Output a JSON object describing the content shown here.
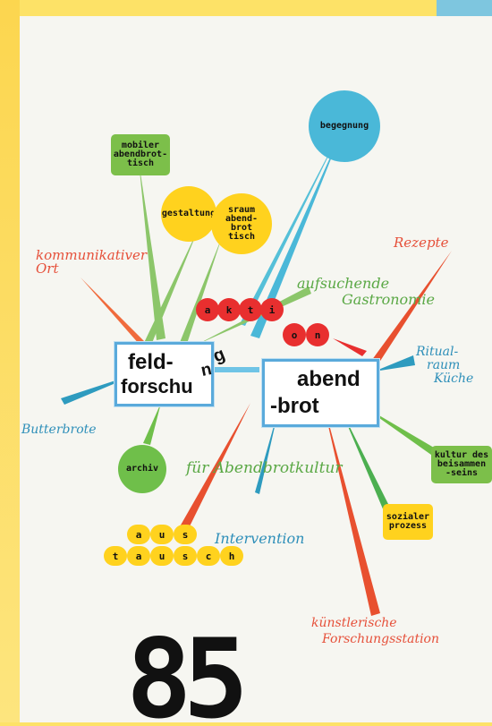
{
  "colors": {
    "background": "#fde267",
    "paper": "#f6f6f1",
    "red": "#e82f2f",
    "yellow": "#ffd21e",
    "green": "#7cbf4a",
    "blue": "#4ab8d8"
  },
  "nodes": {
    "begegnung": "begegnung",
    "mobiler": [
      "mobiler",
      "abendbrot-",
      "tisch"
    ],
    "gestaltung": "gestaltung",
    "sraum": [
      "sraum",
      "abend-",
      "brot",
      "tisch"
    ],
    "archiv": "archiv",
    "kultur": [
      "kultur des",
      "beisammen",
      "-seins"
    ],
    "sozialer": [
      "sozialer",
      "prozess"
    ],
    "aktion": [
      "a",
      "k",
      "t",
      "i",
      "o",
      "n"
    ],
    "austausch_top": [
      "a",
      "u",
      "s"
    ],
    "austausch_bottom": [
      "t",
      "a",
      "u",
      "s",
      "c",
      "h"
    ]
  },
  "main": {
    "feld_line1": "feld-",
    "feld_line2": "forschu",
    "feld_n": "n",
    "feld_g": "g",
    "abend_line1": "abend",
    "abend_line2": "-brot"
  },
  "labels": {
    "kommunikativer": [
      "kommunikativer",
      "Ort"
    ],
    "rezepte": "Rezepte",
    "aufsuchende": [
      "aufsuchende",
      "Gastronomie"
    ],
    "ritualraum": [
      "Ritual-",
      "raum",
      "Küche"
    ],
    "butterbrote": "Butterbrote",
    "fuer": "für Abendbrotkultur",
    "intervention": "Intervention",
    "kuenstlerische": [
      "künstlerische",
      "Forschungsstation"
    ]
  },
  "page_number": "85"
}
